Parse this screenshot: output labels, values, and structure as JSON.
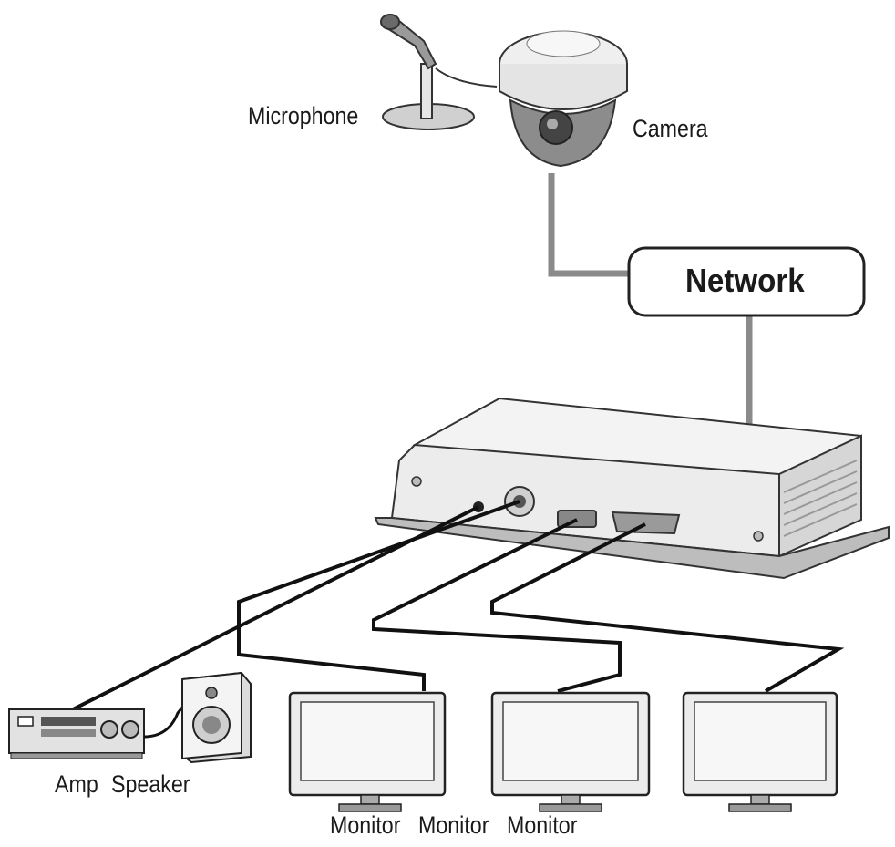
{
  "labels": {
    "microphone": "Microphone",
    "camera": "Camera",
    "network": "Network",
    "amp": "Amp",
    "speaker": "Speaker",
    "monitors": [
      "Monitor",
      "Monitor",
      "Monitor"
    ]
  },
  "colors": {
    "line": "#111111",
    "network_link": "#8a8a8a",
    "device_fill": "#eeeeee",
    "device_shade": "#c8c8c8",
    "screen": "#f4f4f4"
  }
}
